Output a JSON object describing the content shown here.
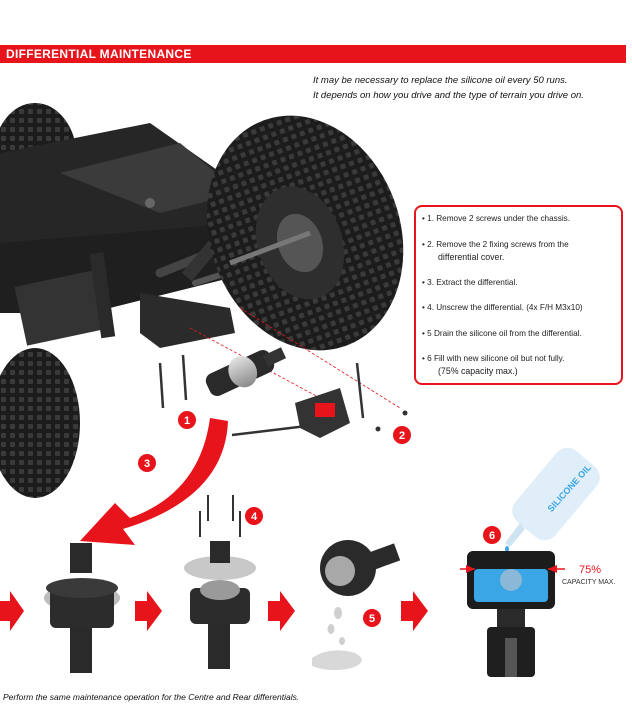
{
  "header": {
    "title": "DIFFERENTIAL MAINTENANCE"
  },
  "intro": {
    "line1": "It may be necessary to replace the silicone oil every 50 runs.",
    "line2": "It depends on how you drive and the type of terrain you drive on."
  },
  "steps": [
    {
      "text": "• 1. Remove 2 screws under the chassis.",
      "sub": ""
    },
    {
      "text": "• 2. Remove the 2 fixing screws from the",
      "sub": "differential cover."
    },
    {
      "text": "• 3. Extract the differential.",
      "sub": ""
    },
    {
      "text": "• 4. Unscrew the differential. (4x F/H M3x10)",
      "sub": ""
    },
    {
      "text": "• 5 Drain the silicone oil from the differential.",
      "sub": ""
    },
    {
      "text": "• 6 Fill with new silicone oil but not fully.",
      "sub": "(75% capacity max.)"
    }
  ],
  "badges": [
    "1",
    "2",
    "3",
    "4",
    "5",
    "6"
  ],
  "bottle_label": "SILICONE OIL",
  "capacity": {
    "percent": "75%",
    "label": "CAPACITY MAX.",
    "fill_fraction": 0.75
  },
  "footer": "Perform the same maintenance operation for the Centre and Rear differentials.",
  "colors": {
    "accent": "#e8141b",
    "oil": "#3aa6e6",
    "ink": "#111111"
  }
}
